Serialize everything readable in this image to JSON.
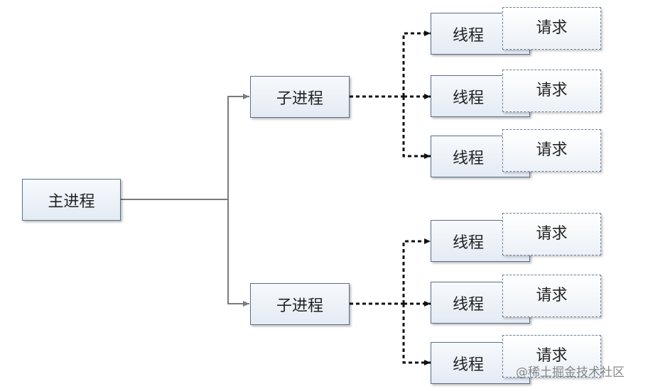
{
  "main_process": "主进程",
  "groups": [
    {
      "child_label": "子进程",
      "threads": [
        {
          "thread_label": "线程",
          "request_label": "请求"
        },
        {
          "thread_label": "线程",
          "request_label": "请求"
        },
        {
          "thread_label": "线程",
          "request_label": "请求"
        }
      ]
    },
    {
      "child_label": "子进程",
      "threads": [
        {
          "thread_label": "线程",
          "request_label": "请求"
        },
        {
          "thread_label": "线程",
          "request_label": "请求"
        },
        {
          "thread_label": "线程",
          "request_label": "请求"
        }
      ]
    }
  ],
  "watermark": "@稀土掘金技术社区",
  "colors": {
    "solid_connector": "#7a7a7a",
    "dashed_connector": "#111111",
    "box_border": "#5a6f8c"
  }
}
